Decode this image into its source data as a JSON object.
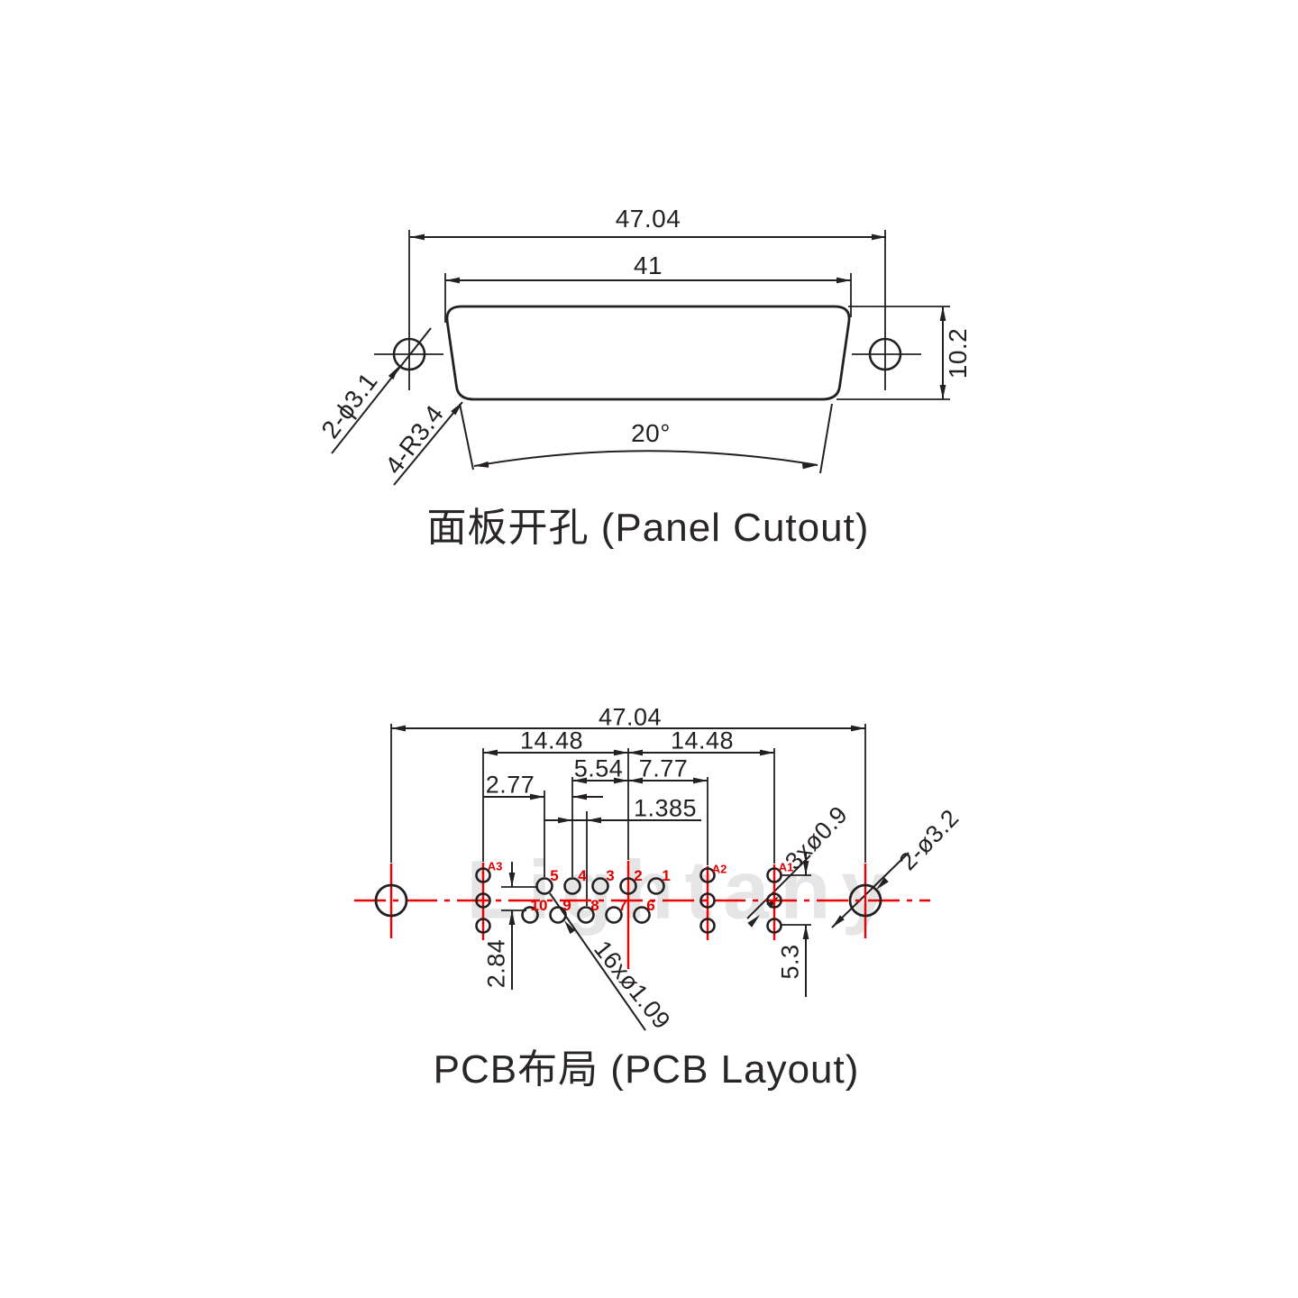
{
  "watermark": "Lightany",
  "panel_cutout": {
    "title": "面板开孔 (Panel Cutout)",
    "dimensions": {
      "overall_width": "47.04",
      "cutout_width": "41",
      "cutout_height": "10.2",
      "side_angle": "20°"
    },
    "annotations": {
      "mounting_holes": "2-ϕ3.1",
      "corner_radius": "4-R3.4"
    }
  },
  "pcb_layout": {
    "title": "PCB布局 (PCB Layout)",
    "dimensions": {
      "overall_width": "47.04",
      "left_half": "14.48",
      "right_half": "14.48",
      "pin_to_center": "5.54",
      "center_to_coax": "7.77",
      "pin_pitch": "2.77",
      "row_offset": "1.385",
      "row_spacing": "2.84",
      "coax_vertical": "5.3"
    },
    "annotations": {
      "coax_holes": "3xø0.9",
      "mounting_holes": "2-ø3.2",
      "signal_holes": "16xø1.09"
    },
    "pin_labels": {
      "top": [
        "5",
        "4",
        "3",
        "2",
        "1"
      ],
      "bottom": [
        "10",
        "9",
        "8",
        "7",
        "6"
      ],
      "coax": [
        "A3",
        "A2",
        "A1"
      ]
    }
  },
  "colors": {
    "line": "#241f20",
    "centerline_red": "#ee0000",
    "label_red": "#e00000",
    "watermark_gray": "#e5e5e5"
  }
}
